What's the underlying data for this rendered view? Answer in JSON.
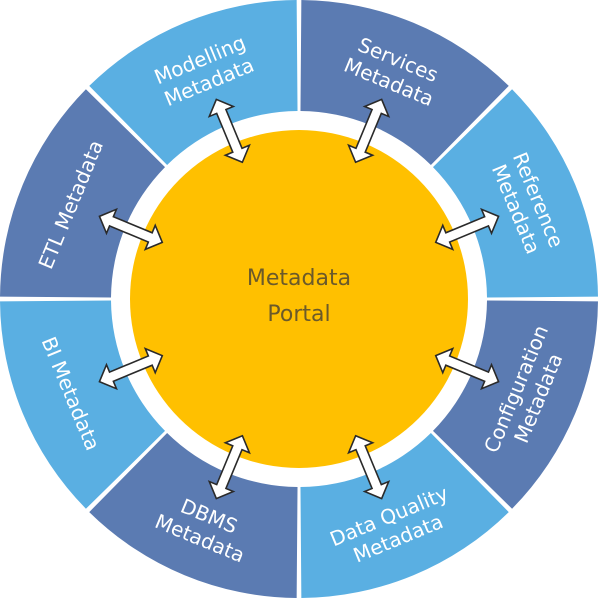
{
  "center": {
    "lines": [
      "Metadata",
      "Portal"
    ],
    "color": "#ffc000",
    "text_color": "#6b5a2a"
  },
  "colors": {
    "dark": "#5b7bb2",
    "light": "#5aafe2",
    "ring": "#ffffff",
    "arrow_fill": "#ffffff",
    "arrow_stroke": "#2a2a2a"
  },
  "segments": [
    {
      "name": "services",
      "lines": [
        "Services",
        "Metadata"
      ],
      "tone": "dark"
    },
    {
      "name": "reference",
      "lines": [
        "Reference",
        "Metadata"
      ],
      "tone": "light"
    },
    {
      "name": "configuration",
      "lines": [
        "Configuration",
        "Metadata"
      ],
      "tone": "dark"
    },
    {
      "name": "data-quality",
      "lines": [
        "Data Quality",
        "Metadata"
      ],
      "tone": "light"
    },
    {
      "name": "dbms",
      "lines": [
        "DBMS",
        "Metadata"
      ],
      "tone": "dark"
    },
    {
      "name": "bi",
      "lines": [
        "BI Metadata"
      ],
      "tone": "light"
    },
    {
      "name": "etl",
      "lines": [
        "ETL Metadata"
      ],
      "tone": "dark"
    },
    {
      "name": "modelling",
      "lines": [
        "Modelling",
        "Metadata"
      ],
      "tone": "light"
    }
  ]
}
